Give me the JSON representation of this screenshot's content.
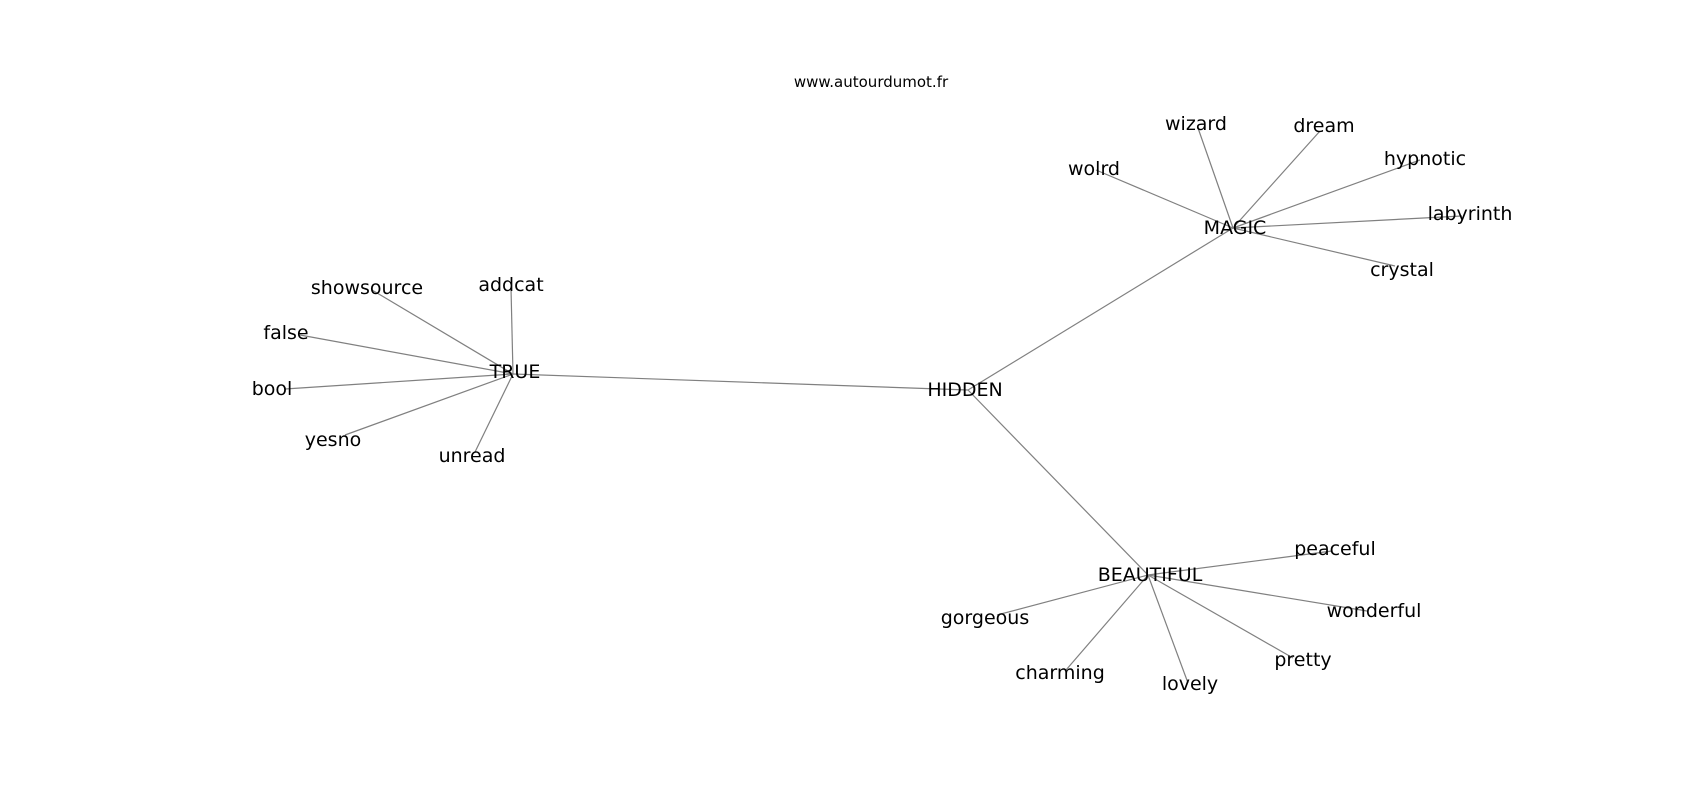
{
  "source_label": "www.autourdumot.fr",
  "graph": {
    "nodes": [
      {
        "id": "HIDDEN",
        "label": "HIDDEN"
      },
      {
        "id": "TRUE",
        "label": "TRUE"
      },
      {
        "id": "MAGIC",
        "label": "MAGIC"
      },
      {
        "id": "BEAUTIFUL",
        "label": "BEAUTIFUL"
      },
      {
        "id": "showsource",
        "label": "showsource"
      },
      {
        "id": "addcat",
        "label": "addcat"
      },
      {
        "id": "false",
        "label": "false"
      },
      {
        "id": "bool",
        "label": "bool"
      },
      {
        "id": "yesno",
        "label": "yesno"
      },
      {
        "id": "unread",
        "label": "unread"
      },
      {
        "id": "wizard",
        "label": "wizard"
      },
      {
        "id": "dream",
        "label": "dream"
      },
      {
        "id": "wolrd",
        "label": "wolrd"
      },
      {
        "id": "hypnotic",
        "label": "hypnotic"
      },
      {
        "id": "labyrinth",
        "label": "labyrinth"
      },
      {
        "id": "crystal",
        "label": "crystal"
      },
      {
        "id": "peaceful",
        "label": "peaceful"
      },
      {
        "id": "wonderful",
        "label": "wonderful"
      },
      {
        "id": "gorgeous",
        "label": "gorgeous"
      },
      {
        "id": "pretty",
        "label": "pretty"
      },
      {
        "id": "charming",
        "label": "charming"
      },
      {
        "id": "lovely",
        "label": "lovely"
      }
    ],
    "edges": [
      [
        "HIDDEN",
        "TRUE"
      ],
      [
        "HIDDEN",
        "MAGIC"
      ],
      [
        "HIDDEN",
        "BEAUTIFUL"
      ],
      [
        "TRUE",
        "showsource"
      ],
      [
        "TRUE",
        "addcat"
      ],
      [
        "TRUE",
        "false"
      ],
      [
        "TRUE",
        "bool"
      ],
      [
        "TRUE",
        "yesno"
      ],
      [
        "TRUE",
        "unread"
      ],
      [
        "MAGIC",
        "wizard"
      ],
      [
        "MAGIC",
        "dream"
      ],
      [
        "MAGIC",
        "wolrd"
      ],
      [
        "MAGIC",
        "hypnotic"
      ],
      [
        "MAGIC",
        "labyrinth"
      ],
      [
        "MAGIC",
        "crystal"
      ],
      [
        "BEAUTIFUL",
        "peaceful"
      ],
      [
        "BEAUTIFUL",
        "wonderful"
      ],
      [
        "BEAUTIFUL",
        "gorgeous"
      ],
      [
        "BEAUTIFUL",
        "pretty"
      ],
      [
        "BEAUTIFUL",
        "charming"
      ],
      [
        "BEAUTIFUL",
        "lovely"
      ]
    ]
  },
  "colors": {
    "edge": "#808080",
    "text": "#000000",
    "background": "#ffffff"
  }
}
